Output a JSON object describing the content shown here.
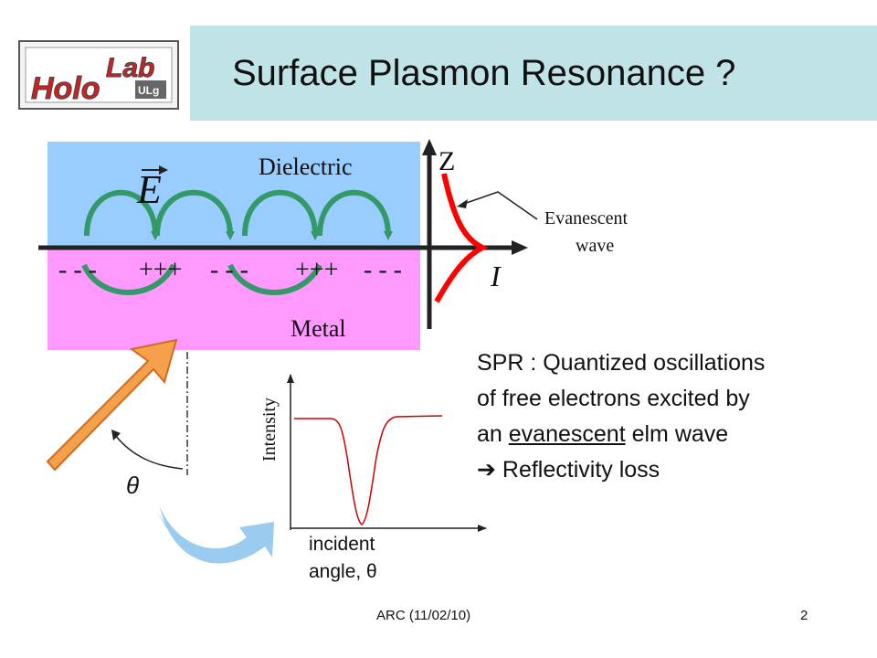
{
  "slide": {
    "title": "Surface Plasmon Resonance ?",
    "footer_left": "ARC (11/02/10)",
    "page_number": "2"
  },
  "logo": {
    "text_lab": "Lab",
    "text_holo": "Holo",
    "text_ulg": "ULg"
  },
  "diagram": {
    "dielectric_label": "Dielectric",
    "metal_label": "Metal",
    "field_symbol": "E",
    "charges": [
      "- - -",
      "+++",
      "- - -",
      "+++",
      "- - -"
    ],
    "z_axis_label": "Z",
    "i_axis_label": "I",
    "evanescent_label_line1": "Evanescent",
    "evanescent_label_line2": "wave",
    "theta_label": "θ",
    "colors": {
      "dielectric": "#99ccff",
      "metal": "#ff99ff",
      "arrows": "#339966",
      "evanescent_curve": "#ff0000",
      "incident_beam": "#ff9933",
      "reflected_arrow": "#99ccee"
    }
  },
  "graph": {
    "ylabel": "Intensity",
    "xlabel_line1": "incident",
    "xlabel_line2": "angle, θ",
    "curve_color": "#cc0000"
  },
  "description": {
    "line1": "SPR : Quantized oscillations",
    "line2": "of free electrons excited by",
    "line3_prefix": "an ",
    "line3_underlined": "evanescent",
    "line3_suffix": " elm wave",
    "line4_arrow": "➔",
    "line4_text": "Reflectivity loss"
  }
}
